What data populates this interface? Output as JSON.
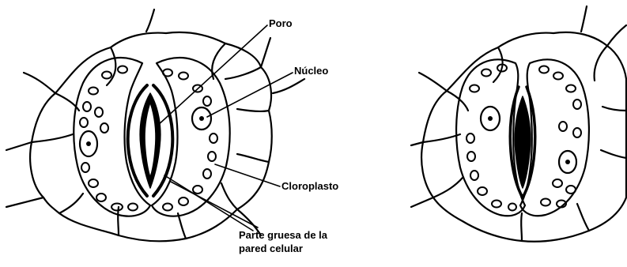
{
  "labels": {
    "pore": "Poro",
    "nucleus": "Núcleo",
    "chloroplast": "Cloroplasto",
    "thick_wall_line1": "Parte gruesa de la",
    "thick_wall_line2": "pared celular"
  },
  "colors": {
    "ink": "#000000",
    "paper": "#ffffff"
  }
}
